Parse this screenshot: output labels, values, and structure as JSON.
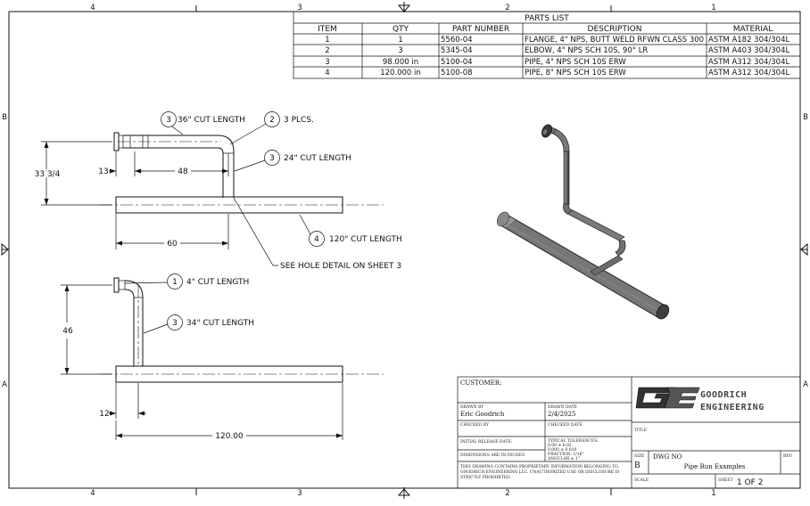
{
  "zone_labels": {
    "top": [
      "4",
      "3",
      "2",
      "1"
    ],
    "bottom": [
      "4",
      "3",
      "2",
      "1"
    ],
    "left": [
      "B",
      "A"
    ],
    "right": [
      "B",
      "A"
    ]
  },
  "parts_list": {
    "title": "PARTS LIST",
    "headers": [
      "ITEM",
      "QTY",
      "PART NUMBER",
      "DESCRIPTION",
      "MATERIAL"
    ],
    "rows": [
      [
        "1",
        "1",
        "5560-04",
        "FLANGE, 4\" NPS, BUTT WELD RFWN CLASS 300",
        "ASTM A182 304/304L"
      ],
      [
        "2",
        "3",
        "5345-04",
        "ELBOW, 4\" NPS SCH 10S, 90° LR",
        "ASTM A403 304/304L"
      ],
      [
        "3",
        "98.000  in",
        "5100-04",
        "PIPE, 4\" NPS SCH 10S ERW",
        "ASTM A312 304/304L"
      ],
      [
        "4",
        "120.000 in",
        "5100-08",
        "PIPE, 8\" NPS SCH 10S ERW",
        "ASTM A312 304/304L"
      ]
    ]
  },
  "top_view": {
    "balloons": [
      {
        "num": "3",
        "text": "36\" CUT LENGTH"
      },
      {
        "num": "2",
        "text": "3 PLCS."
      },
      {
        "num": "3",
        "text": "24\" CUT LENGTH"
      },
      {
        "num": "4",
        "text": "120\" CUT LENGTH"
      }
    ],
    "dims": {
      "height": "33 3/4",
      "offset": "13",
      "run": "48",
      "branch": "60"
    },
    "note": "SEE HOLE DETAIL ON SHEET 3"
  },
  "side_view": {
    "balloons": [
      {
        "num": "1",
        "text": "4\" CUT LENGTH"
      },
      {
        "num": "3",
        "text": "34\" CUT LENGTH"
      }
    ],
    "dims": {
      "height": "46",
      "offset": "12",
      "length": "120.00"
    }
  },
  "title_block": {
    "customer_label": "CUSTOMER:",
    "drawn_by_label": "DRAWN BY",
    "drawn_by": "Eric Goodrich",
    "drawn_date_label": "DRAWN DATE",
    "drawn_date": "2/4/2025",
    "checked_by_label": "CHECKED BY",
    "checked_date_label": "CHECKED DATE",
    "initial_release_label": "INITIAL RELEASE DATE:",
    "dims_label": "DIMENSIONS ARE IN INCHES",
    "tolerances_title": "TYPICAL TOLERANCES:",
    "tolerances": [
      "0.00 ± 0.02",
      "0.000 ± 0.010",
      "FRACTION: 1/16\"",
      "ANGULAR ± 1°"
    ],
    "proprietary": [
      "THIS DRAWING CONTAINS PROPRIETARY INFORMATION BELONGING TO",
      "GOODRICH ENGINEERING LLC. UNAUTHORIZED USE OR DISCLOSURE IS",
      "STRICTLY PROHIBITED."
    ],
    "company_line1": "GOODRICH",
    "company_line2": "ENGINEERING",
    "title_label": "TITLE",
    "size_label": "SIZE",
    "size": "B",
    "dwg_no_label": "DWG NO",
    "dwg_name": "Pipe Run Examples",
    "rev_label": "REV",
    "scale_label": "SCALE",
    "sheet_label": "SHEET",
    "sheet": "1 OF 2"
  },
  "colors": {
    "line": "#111111",
    "pipe_shade": "#6e6e6e",
    "pipe_dark": "#3a3a3a"
  }
}
